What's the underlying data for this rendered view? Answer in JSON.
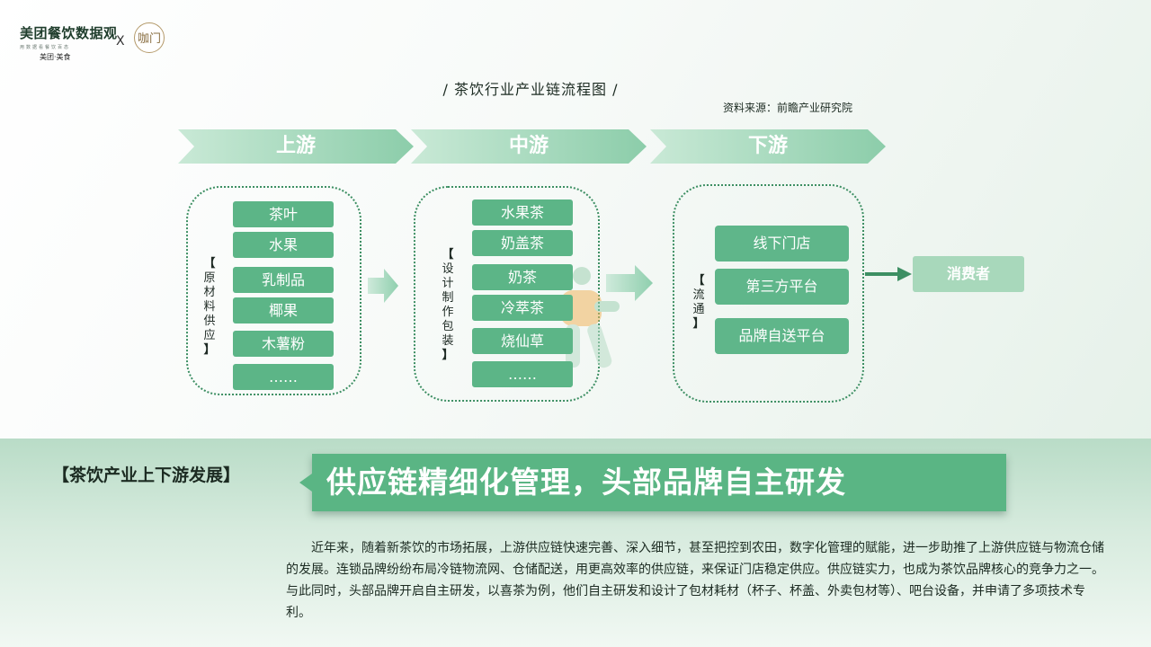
{
  "header": {
    "brand_title": "美团餐饮数据观",
    "brand_subtitle": "用数据看餐饮百态",
    "brand_meituan": "美团·美食",
    "separator": "X",
    "partner_logo": "咖门"
  },
  "diagram": {
    "title": "/  茶饮行业产业链流程图  /",
    "source": "资料来源：前瞻产业研究院",
    "stages": [
      {
        "label": "上游"
      },
      {
        "label": "中游"
      },
      {
        "label": "下游"
      }
    ],
    "upstream": {
      "category": [
        "【",
        "原",
        "材",
        "料",
        "供",
        "应",
        "】"
      ],
      "items": [
        "茶叶",
        "水果",
        "乳制品",
        "椰果",
        "木薯粉",
        "……"
      ]
    },
    "midstream": {
      "category": [
        "【",
        "设",
        "计",
        "制",
        "作",
        "包",
        "装",
        "】"
      ],
      "items": [
        "水果茶",
        "奶盖茶",
        "奶茶",
        "冷萃茶",
        "烧仙草",
        "……"
      ]
    },
    "downstream": {
      "category": [
        "【",
        "流",
        "通",
        "】"
      ],
      "items": [
        "线下门店",
        "第三方平台",
        "品牌自送平台"
      ]
    },
    "consumer": "消费者"
  },
  "bottom": {
    "section_tag": "【茶饮产业上下游发展】",
    "headline": "供应链精细化管理，头部品牌自主研发",
    "paragraph": "近年来，随着新茶饮的市场拓展，上游供应链快速完善、深入细节，甚至把控到农田，数字化管理的赋能，进一步助推了上游供应链与物流仓储的发展。连锁品牌纷纷布局冷链物流网、仓储配送，用更高效率的供应链，来保证门店稳定供应。供应链实力，也成为茶饮品牌核心的竞争力之一。与此同时，头部品牌开启自主研发，以喜茶为例，他们自主研发和设计了包材耗材（杯子、杯盖、外卖包材等）、吧台设备，并申请了多项技术专利。"
  },
  "colors": {
    "accent": "#5ab584",
    "banner": "#9fd6b8",
    "dotted": "#3d8f63"
  }
}
